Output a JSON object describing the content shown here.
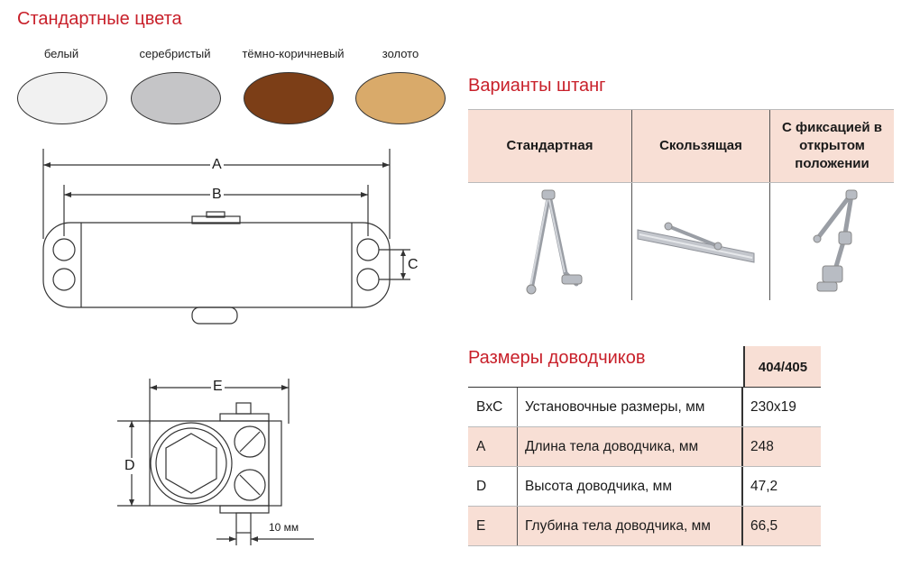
{
  "colors": {
    "heading": "Стандартные цвета",
    "swatches": [
      {
        "label": "белый",
        "color": "#f1f1f1"
      },
      {
        "label": "серебристый",
        "color": "#c5c5c7"
      },
      {
        "label": "тёмно-коричневый",
        "color": "#7c3e17"
      },
      {
        "label": "золото",
        "color": "#d9aa6a"
      }
    ]
  },
  "drawing": {
    "dim_a": "A",
    "dim_b": "B",
    "dim_c": "C",
    "dim_e": "E",
    "dim_d": "D",
    "dim_10": "10 мм"
  },
  "variants": {
    "heading": "Варианты штанг",
    "columns": [
      "Стандартная",
      "Скользящая",
      "С фиксацией в открытом положении"
    ]
  },
  "sizes": {
    "heading": "Размеры доводчиков",
    "model": "404/405",
    "rows": [
      {
        "code": "BxC",
        "name": "Установочные размеры, мм",
        "value": "230x19"
      },
      {
        "code": "A",
        "name": "Длина тела доводчика, мм",
        "value": "248"
      },
      {
        "code": "D",
        "name": "Высота доводчика, мм",
        "value": "47,2"
      },
      {
        "code": "E",
        "name": "Глубина тела доводчика, мм",
        "value": "66,5"
      }
    ]
  }
}
